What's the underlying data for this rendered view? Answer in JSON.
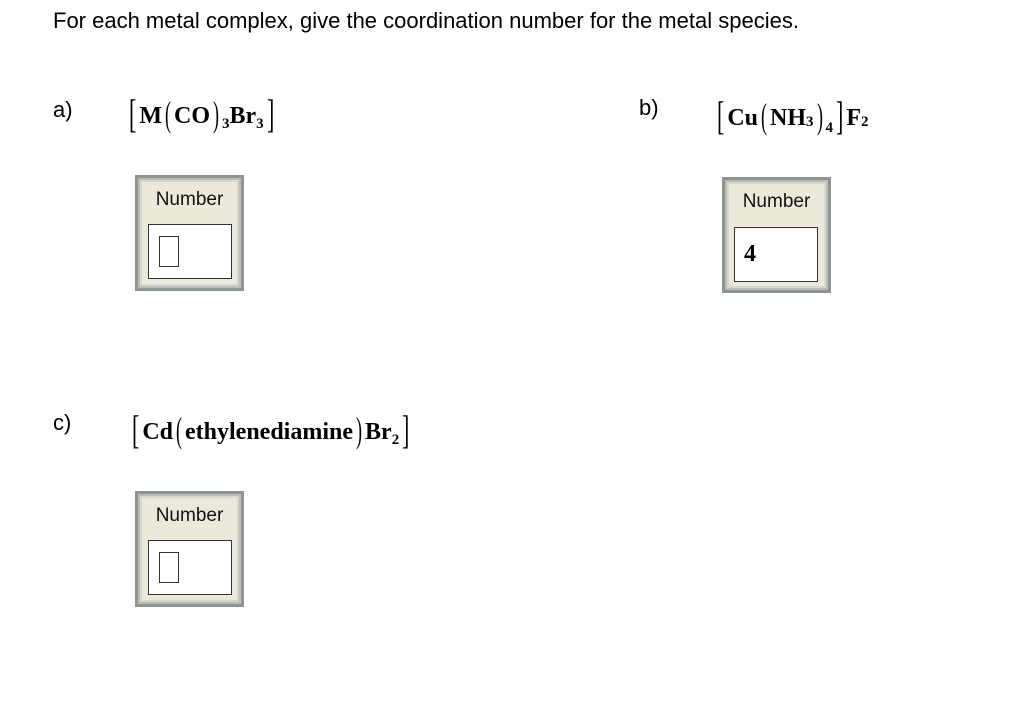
{
  "instruction": "For each metal complex, give the coordination number for the metal species.",
  "questions": [
    {
      "label": "a)",
      "formula": {
        "metal": "M",
        "ligand": "CO",
        "ligand_count": "3",
        "other": "Br",
        "other_count": "3",
        "counter_ion": "",
        "counter_count": ""
      },
      "field_label": "Number",
      "answer": ""
    },
    {
      "label": "b)",
      "formula": {
        "metal": "Cu",
        "ligand": "NH",
        "ligand_sub": "3",
        "ligand_count": "4",
        "counter_ion": "F",
        "counter_count": "2"
      },
      "field_label": "Number",
      "answer": "4"
    },
    {
      "label": "c)",
      "formula": {
        "metal": "Cd",
        "ligand": "ethylenediamine",
        "other": "Br",
        "other_count": "2"
      },
      "field_label": "Number",
      "answer": ""
    }
  ]
}
